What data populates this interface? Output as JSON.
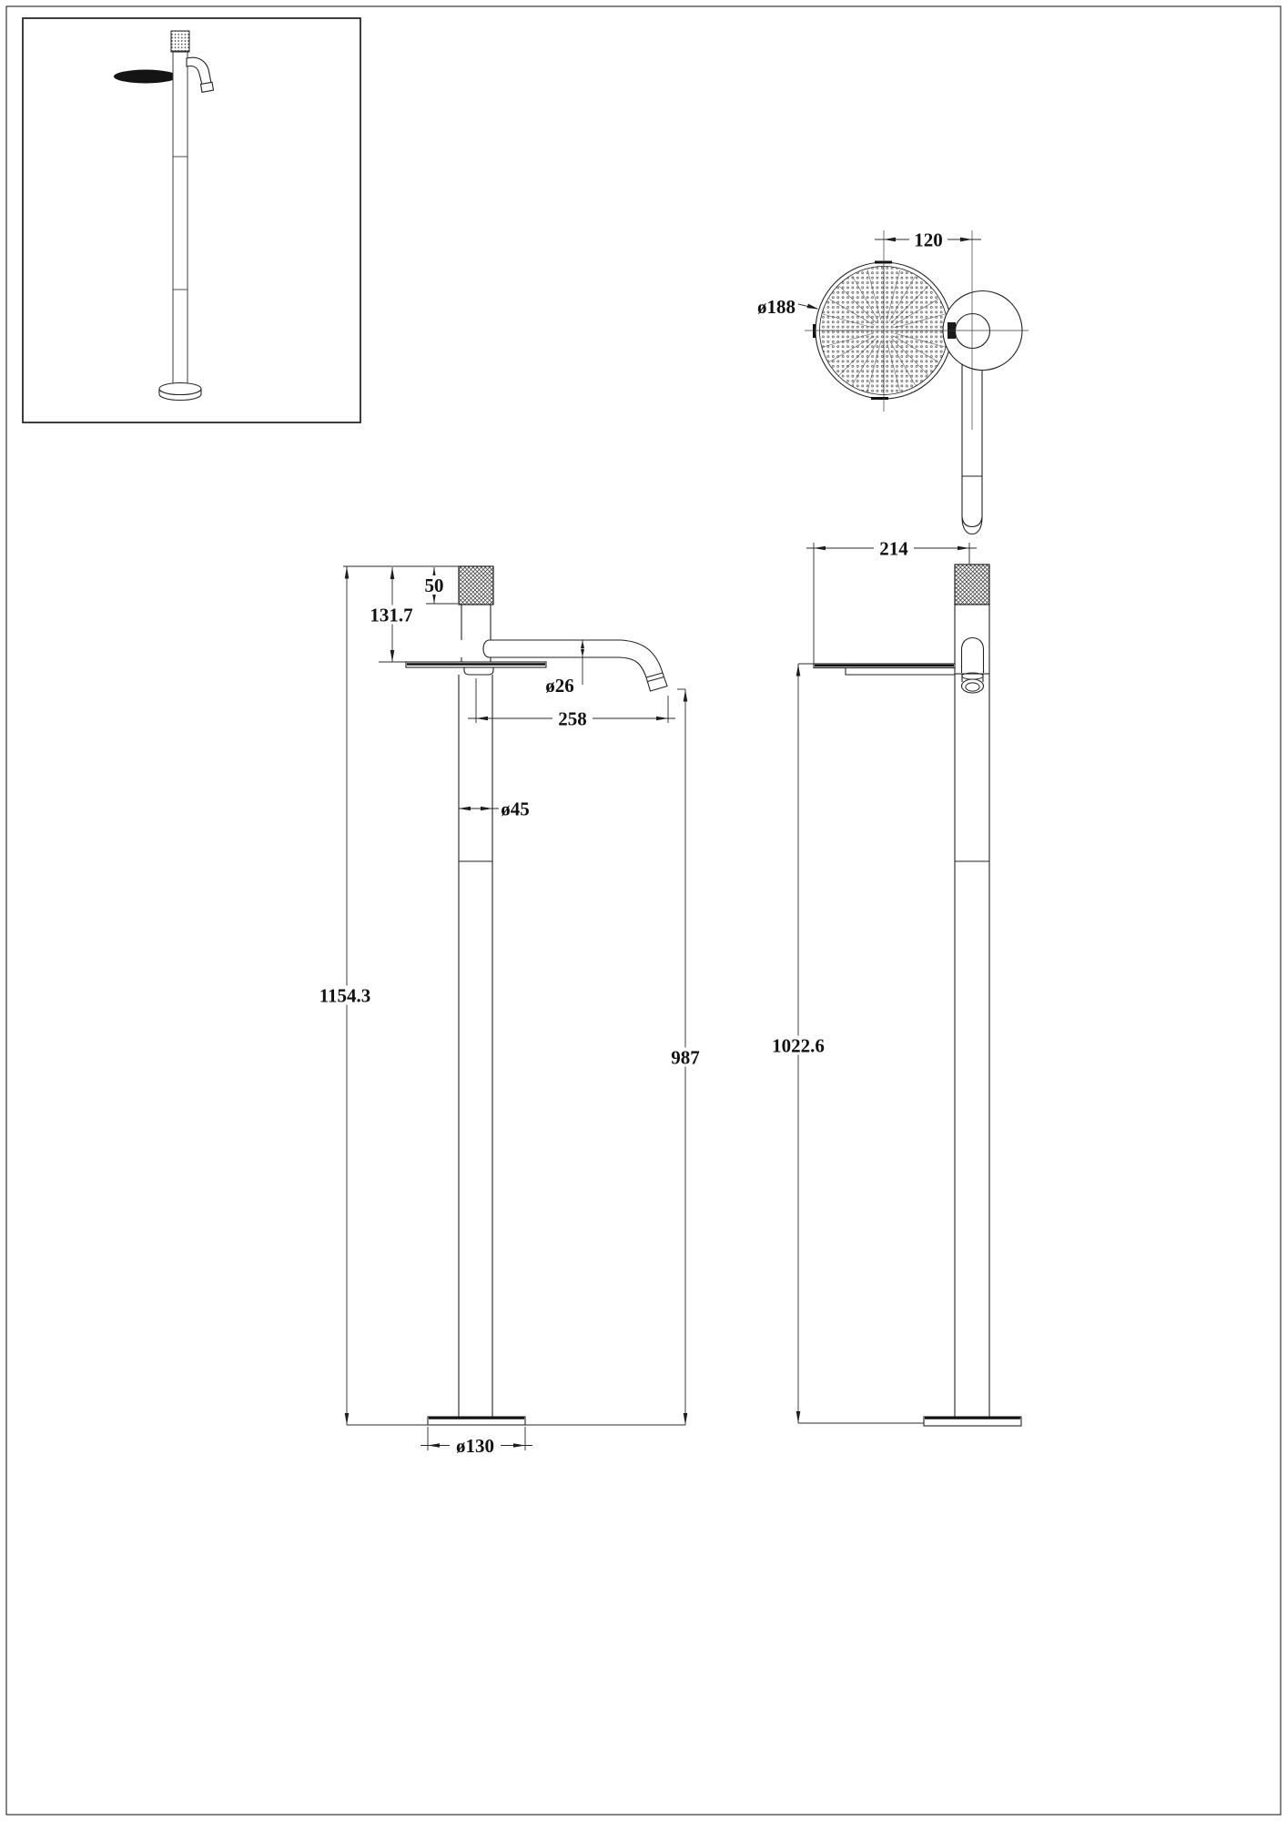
{
  "page": {
    "background": "#ffffff",
    "line_color": "#222222"
  },
  "views": {
    "top": {
      "dim_offset": "120",
      "dim_shelf_diameter": "ø188"
    },
    "front": {
      "dim_knob_height": "50",
      "dim_top_to_shelf": "131.7",
      "dim_spout_diameter": "ø26",
      "dim_spout_reach": "258",
      "dim_column_diameter": "ø45",
      "dim_total_height": "1154.3",
      "dim_outlet_height": "987",
      "dim_base_diameter": "ø130"
    },
    "side": {
      "dim_depth": "214",
      "dim_shelf_height": "1022.6"
    }
  }
}
